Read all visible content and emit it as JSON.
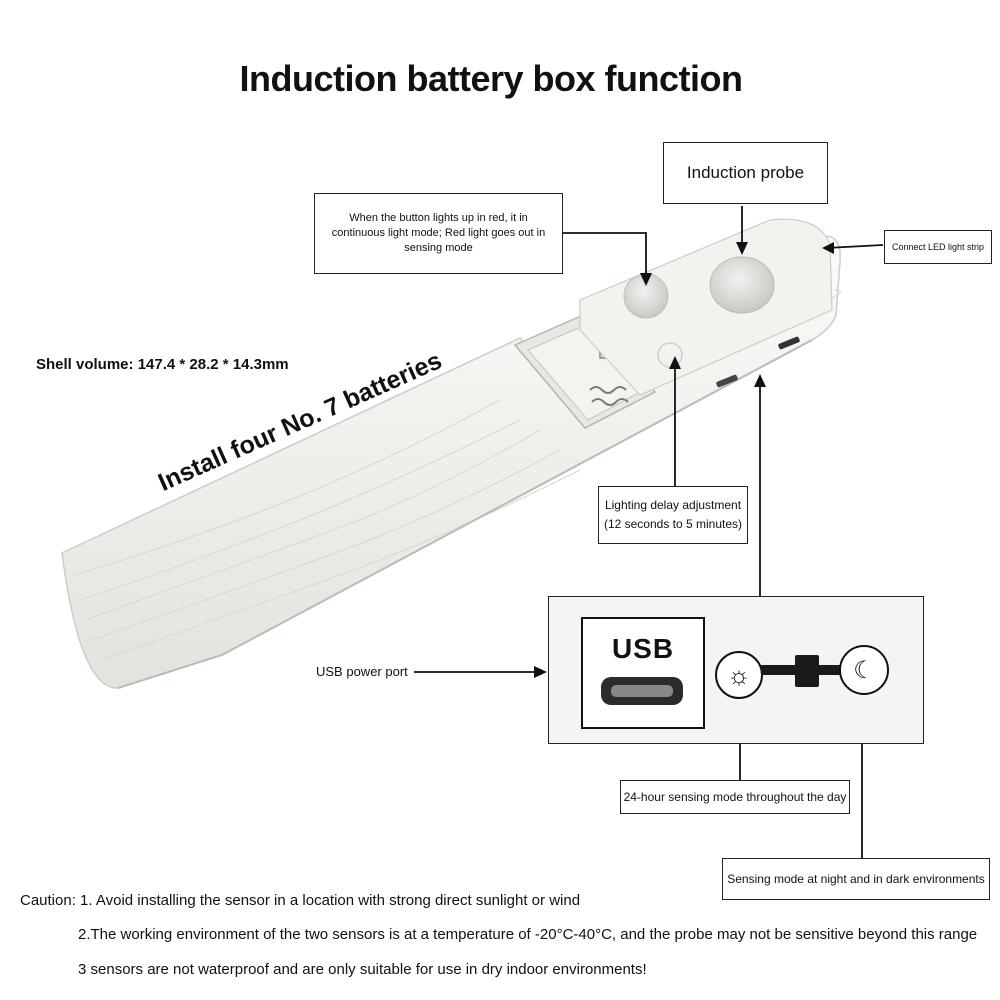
{
  "title": "Induction battery box function",
  "labels": {
    "probe": "Induction probe",
    "button_mode": "When the button lights up in red, it in continuous light mode; Red light goes out in sensing mode",
    "connect_led": "Connect LED light strip",
    "shell_volume": "Shell volume: 147.4 * 28.2 * 14.3mm",
    "batteries": "Install four No. 7 batteries",
    "delay_line1": "Lighting delay adjustment",
    "delay_line2": "(12 seconds to 5 minutes)",
    "usb_text": "USB",
    "usb_port": "USB power port",
    "mode_24h": "24-hour sensing mode throughout the day",
    "mode_night": "Sensing mode at night and in dark environments"
  },
  "cautions": [
    "Caution: 1. Avoid installing the sensor in a location with strong direct sunlight or wind",
    "2.The working environment of the two sensors is at a temperature of -20°C-40°C, and the probe may not be sensitive beyond this range",
    "3 sensors are not waterproof and are only suitable for use in dry indoor environments!"
  ]
}
